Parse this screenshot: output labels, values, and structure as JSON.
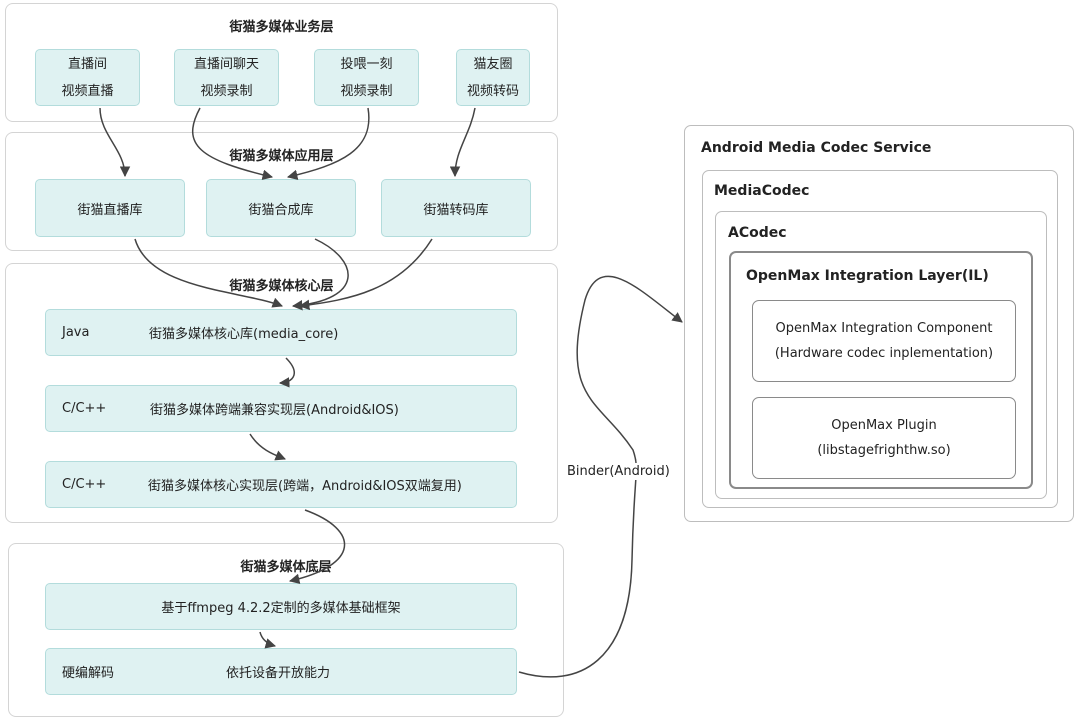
{
  "business_layer": {
    "title": "街猫多媒体业务层",
    "nodes": [
      {
        "line1": "直播间",
        "line2": "视频直播"
      },
      {
        "line1": "直播间聊天",
        "line2": "视频录制"
      },
      {
        "line1": "投喂一刻",
        "line2": "视频录制"
      },
      {
        "line1": "猫友圈",
        "line2": "视频转码"
      }
    ]
  },
  "app_layer": {
    "title": "街猫多媒体应用层",
    "nodes": [
      "街猫直播库",
      "街猫合成库",
      "街猫转码库"
    ]
  },
  "core_layer": {
    "title": "街猫多媒体核心层",
    "rows": [
      {
        "tag": "Java",
        "text": "街猫多媒体核心库(media_core)"
      },
      {
        "tag": "C/C++",
        "text": "街猫多媒体跨端兼容实现层(Android&IOS)"
      },
      {
        "tag": "C/C++",
        "text": "街猫多媒体核心实现层(跨端，Android&IOS双端复用)"
      }
    ]
  },
  "base_layer": {
    "title": "街猫多媒体底层",
    "framework": "基于ffmpeg 4.2.2定制的多媒体基础框架",
    "hw_tag": "硬编解码",
    "hw_text": "依托设备开放能力"
  },
  "binder_label": "Binder(Android)",
  "android_service": {
    "title": "Android Media Codec Service",
    "mediacodec": "MediaCodec",
    "acodec": "ACodec",
    "openmax_il": "OpenMax Integration Layer(IL)",
    "component_line1": "OpenMax Integration Component",
    "component_line2": "(Hardware codec inplementation)",
    "plugin_line1": "OpenMax Plugin",
    "plugin_line2": "(libstagefrighthw.so)"
  },
  "colors": {
    "node_fill": "#dff2f2",
    "node_border": "#b3dcdc",
    "layer_border": "#d4d4d4",
    "connector": "#444444"
  }
}
